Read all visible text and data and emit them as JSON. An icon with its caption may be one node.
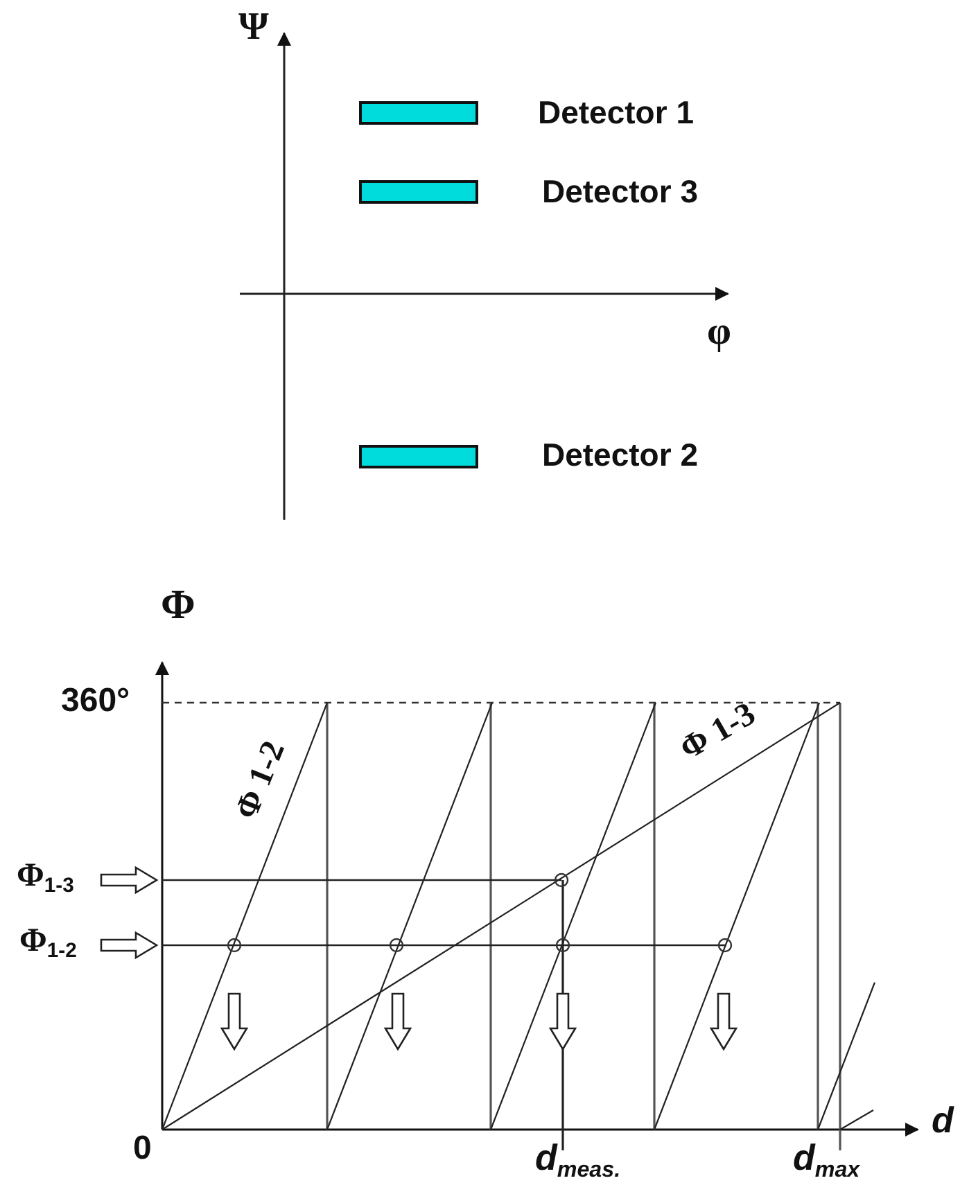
{
  "diagram": {
    "nodes": [
      {
        "text": [],
        "shape": "bar",
        "beside": [
          "Detector 1"
        ]
      },
      {
        "text": [],
        "shape": "bar",
        "beside": [
          "Detector 3"
        ]
      },
      {
        "text": [],
        "shape": "bar",
        "beside": [
          "Detector 2"
        ]
      }
    ],
    "labels": [
      "Ψ",
      "φ",
      "Φ",
      "360°",
      "Φ$_{1-3}$",
      "Φ$_{1-2}$",
      "Φ 1-2",
      "Φ 1-3",
      "0",
      "d$_{meas.}$",
      "d$_{max}$",
      "d"
    ]
  }
}
